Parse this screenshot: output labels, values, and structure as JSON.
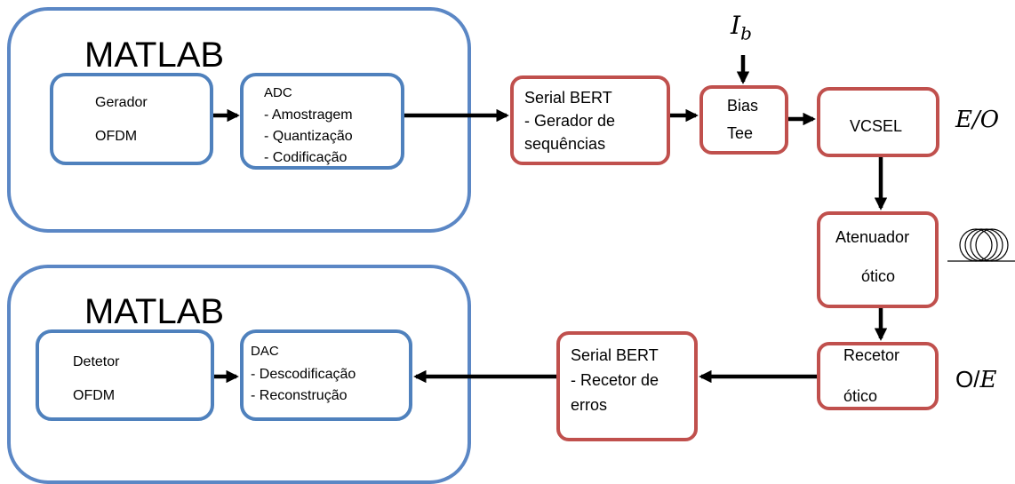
{
  "tx": {
    "matlab_label": "MATLAB",
    "gerador": {
      "line1": "Gerador",
      "line2": "OFDM"
    },
    "adc": {
      "title": "ADC",
      "items": [
        " - Amostragem",
        " - Quantização",
        " - Codificação"
      ]
    },
    "serial_bert": {
      "line1": "Serial BERT",
      "line2": " - Gerador de",
      "line3": "sequências"
    },
    "bias_tee": {
      "line1": "Bias",
      "line2": "Tee"
    },
    "vcsel": {
      "label": "VCSEL"
    },
    "eo_label": "E/O",
    "bias_current": {
      "symbol": "I",
      "subscript": "b"
    }
  },
  "channel": {
    "atenuador": {
      "line1": "Atenuador",
      "line2": "ótico"
    },
    "recetor": {
      "line1": "Recetor",
      "line2": "ótico"
    },
    "oe_label_o": "O/",
    "oe_label_e": "E"
  },
  "rx": {
    "matlab_label": "MATLAB",
    "detetor": {
      "line1": "Detetor",
      "line2": "OFDM"
    },
    "dac": {
      "title": "DAC",
      "items": [
        " - Descodificação",
        " - Reconstrução"
      ]
    },
    "serial_bert": {
      "line1": "Serial BERT",
      "line2": " - Recetor de",
      "line3": "erros"
    }
  },
  "colors": {
    "matlab_border": "#5b87c5",
    "block_blue": "#4f81bd",
    "block_red": "#c0504d",
    "arrow": "#000000"
  },
  "icons": {
    "fiber": "fiber-coil-icon"
  }
}
